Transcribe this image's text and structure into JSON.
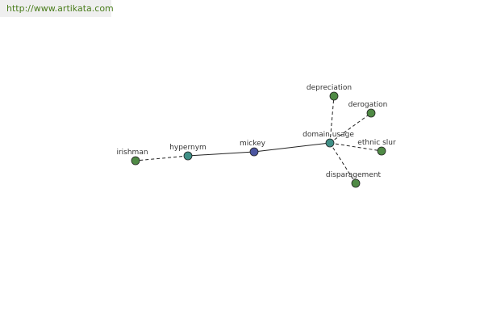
{
  "banner": {
    "url": "http://www.artikata.com"
  },
  "colors": {
    "center": "#4b55a0",
    "relation": "#3f8f86",
    "leaf": "#4f8a45",
    "banner_text": "#4a7d1c",
    "banner_bg": "#efefef"
  },
  "graph": {
    "nodes": [
      {
        "id": "mickey",
        "label": "mickey",
        "kind": "center"
      },
      {
        "id": "hypernym",
        "label": "hypernym",
        "kind": "relation"
      },
      {
        "id": "domain_usage",
        "label": "domain usage",
        "kind": "relation"
      },
      {
        "id": "irishman",
        "label": "irishman",
        "kind": "leaf"
      },
      {
        "id": "depreciation",
        "label": "depreciation",
        "kind": "leaf"
      },
      {
        "id": "derogation",
        "label": "derogation",
        "kind": "leaf"
      },
      {
        "id": "ethnic_slur",
        "label": "ethnic slur",
        "kind": "leaf"
      },
      {
        "id": "disparagement",
        "label": "disparagement",
        "kind": "leaf"
      }
    ],
    "edges": [
      {
        "from": "mickey",
        "to": "hypernym",
        "style": "solid"
      },
      {
        "from": "mickey",
        "to": "domain_usage",
        "style": "solid"
      },
      {
        "from": "hypernym",
        "to": "irishman",
        "style": "dashed"
      },
      {
        "from": "domain_usage",
        "to": "depreciation",
        "style": "dashed"
      },
      {
        "from": "domain_usage",
        "to": "derogation",
        "style": "dashed"
      },
      {
        "from": "domain_usage",
        "to": "ethnic_slur",
        "style": "dashed"
      },
      {
        "from": "domain_usage",
        "to": "disparagement",
        "style": "dashed"
      }
    ]
  }
}
